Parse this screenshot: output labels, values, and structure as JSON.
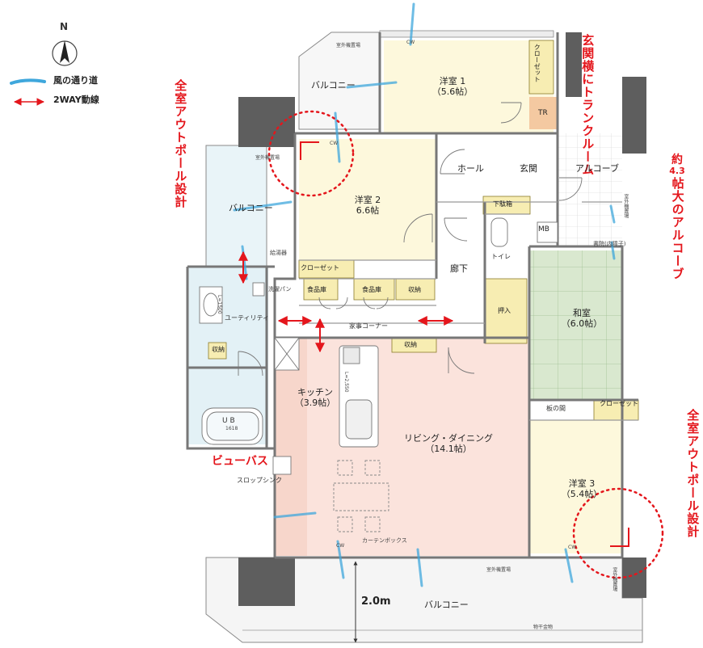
{
  "colors": {
    "wall": "#7a7a7a",
    "living": "#fbe3dc",
    "room_yellow": "#fdf8dc",
    "closet_yellow": "#f7edb2",
    "washitsu_green": "#d9e8cf",
    "wet_blue": "#e3f1f6",
    "balcony_gray": "#f2f2f2",
    "wind": "#3fa7dc",
    "accent_red": "#e4161c"
  },
  "legend": {
    "north": "N",
    "wind": "風の通り道",
    "two_way": "2WAY動線"
  },
  "callouts": {
    "trunk_room": "玄関横にトランクルーム",
    "alcove_prefix": "約",
    "alcove_size": "4.3",
    "alcove_suffix": "帖大のアルコーブ",
    "outpole_left": "全室アウトポール設計",
    "outpole_right": "全室アウトポール設計",
    "view_bath": "ビューバス",
    "balcony_depth": "2.0m"
  },
  "rooms": {
    "western1": {
      "name": "洋室 1",
      "size": "（5.6帖）"
    },
    "western2": {
      "name": "洋室 2",
      "size": "6.6帖"
    },
    "western3": {
      "name": "洋室 3",
      "size": "（5.4帖）"
    },
    "washitsu": {
      "name": "和室",
      "size": "（6.0帖）"
    },
    "kitchen": {
      "name": "キッチン",
      "size": "（3.9帖）"
    },
    "living": {
      "name": "リビング・ダイニング",
      "size": "（14.1帖）"
    }
  },
  "labels": {
    "balcony_top": "バルコニー",
    "balcony_left": "バルコニー",
    "balcony_bottom": "バルコニー",
    "hall": "ホール",
    "genkan": "玄関",
    "alcove": "アルコーブ",
    "corridor": "廊下",
    "toilet": "トイレ",
    "utility": "ユーティリティ",
    "housework": "家事コーナー",
    "closet1": "クローゼット",
    "closet2": "クローゼット",
    "closet3": "クローゼット",
    "pantry1": "食品庫",
    "pantry2": "食品庫",
    "storage1": "収納",
    "storage2": "収納",
    "storage3": "収納",
    "oshiire": "押入",
    "tr": "TR",
    "mb": "MB",
    "shoe": "下駄箱",
    "itanoma": "板の間",
    "slop_sink": "スロップシンク",
    "curtain_box": "カーテンボックス",
    "water_heater": "給湯器",
    "wash_pan": "洗濯パン",
    "ub": "U B",
    "ub_size": "1618",
    "kitchen_len": "L=2,550",
    "sink_len": "L=1500",
    "shoin": "書院(内障子)",
    "monohoshi": "物干金物",
    "outdoor_unit1": "室外機置場",
    "outdoor_unit2": "室外機置場",
    "outdoor_unit3": "室外機置場",
    "outdoor_unit4": "室外機置場",
    "outdoor_unit5": "室外機置場",
    "cw1": "CW",
    "cw2": "CW",
    "cw3": "CW",
    "cw4": "CW"
  }
}
